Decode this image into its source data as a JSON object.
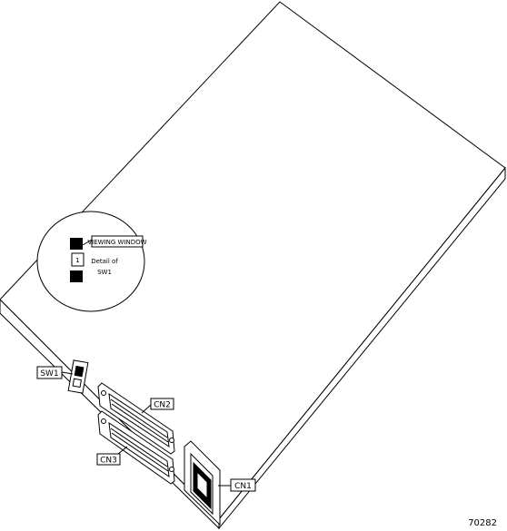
{
  "callouts": {
    "viewing_window": "VIEWING WINDOW",
    "switch_position": "1",
    "detail_line1": "Detail of",
    "detail_line2": "SW1",
    "sw1": "SW1",
    "cn1": "CN1",
    "cn2": "CN2",
    "cn3": "CN3"
  },
  "figure_number": "70282"
}
